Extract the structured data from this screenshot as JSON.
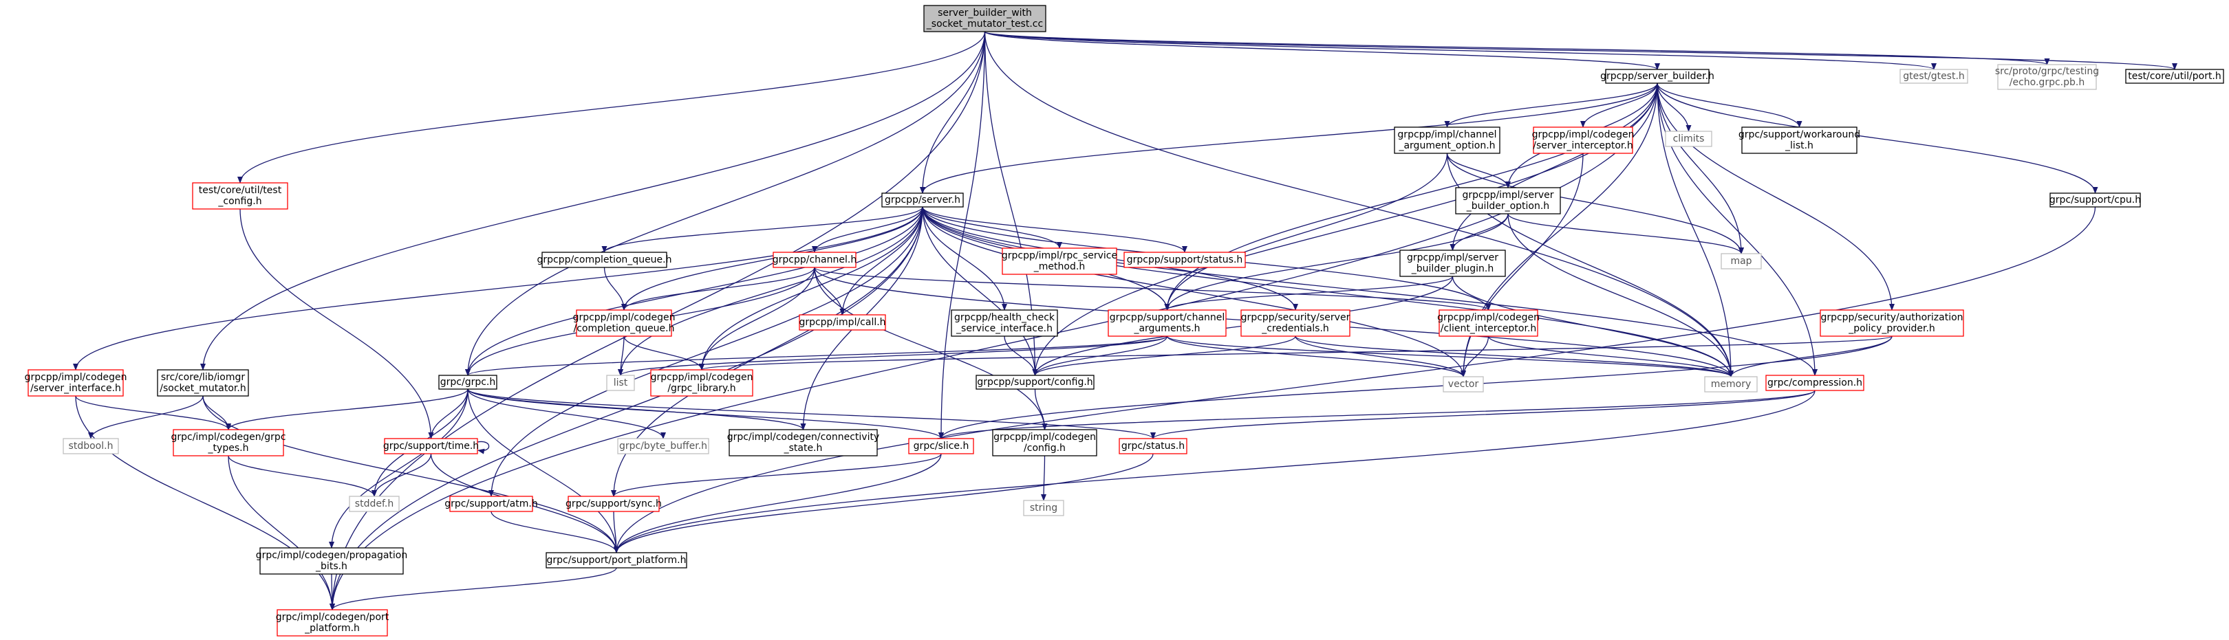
{
  "colors": {
    "edge": "#191970",
    "border_normal": "#000000",
    "border_red": "#ff0000",
    "border_gray": "#bfbfbf",
    "fill_root": "#bfbfbf",
    "fill_default": "#ffffff",
    "text_normal": "#000000",
    "text_gray": "#555555"
  },
  "nodes": [
    {
      "id": "root",
      "lines": [
        "server_builder_with",
        "_socket_mutator_test.cc"
      ],
      "style": "root"
    },
    {
      "id": "server_builder",
      "lines": [
        "grpcpp/server_builder.h"
      ],
      "style": "black"
    },
    {
      "id": "gtest",
      "lines": [
        "gtest/gtest.h"
      ],
      "style": "gray"
    },
    {
      "id": "echo_grpc",
      "lines": [
        "src/proto/grpc/testing",
        "/echo.grpc.pb.h"
      ],
      "style": "gray"
    },
    {
      "id": "util_port",
      "lines": [
        "test/core/util/port.h"
      ],
      "style": "black"
    },
    {
      "id": "test_config",
      "lines": [
        "test/core/util/test",
        "_config.h"
      ],
      "style": "red"
    },
    {
      "id": "server",
      "lines": [
        "grpcpp/server.h"
      ],
      "style": "black"
    },
    {
      "id": "channel_arg_opt",
      "lines": [
        "grpcpp/impl/channel",
        "_argument_option.h"
      ],
      "style": "black"
    },
    {
      "id": "server_interceptor",
      "lines": [
        "grpcpp/impl/codegen",
        "/server_interceptor.h"
      ],
      "style": "red"
    },
    {
      "id": "climits",
      "lines": [
        "climits"
      ],
      "style": "gray"
    },
    {
      "id": "workaround",
      "lines": [
        "grpc/support/workaround",
        "_list.h"
      ],
      "style": "black"
    },
    {
      "id": "sbo",
      "lines": [
        "grpcpp/impl/server",
        "_builder_option.h"
      ],
      "style": "black"
    },
    {
      "id": "cpu",
      "lines": [
        "grpc/support/cpu.h"
      ],
      "style": "black"
    },
    {
      "id": "map",
      "lines": [
        "map"
      ],
      "style": "gray"
    },
    {
      "id": "sbp",
      "lines": [
        "grpcpp/impl/server",
        "_builder_plugin.h"
      ],
      "style": "black"
    },
    {
      "id": "completion_queue",
      "lines": [
        "grpcpp/completion_queue.h"
      ],
      "style": "black"
    },
    {
      "id": "channel",
      "lines": [
        "grpcpp/channel.h"
      ],
      "style": "red"
    },
    {
      "id": "rpc_service_method",
      "lines": [
        "grpcpp/impl/rpc_service",
        "_method.h"
      ],
      "style": "red"
    },
    {
      "id": "support_status",
      "lines": [
        "grpcpp/support/status.h"
      ],
      "style": "red"
    },
    {
      "id": "codegen_cq",
      "lines": [
        "grpcpp/impl/codegen",
        "/completion_queue.h"
      ],
      "style": "red"
    },
    {
      "id": "impl_call",
      "lines": [
        "grpcpp/impl/call.h"
      ],
      "style": "red"
    },
    {
      "id": "health_check",
      "lines": [
        "grpcpp/health_check",
        "_service_interface.h"
      ],
      "style": "black"
    },
    {
      "id": "channel_arguments",
      "lines": [
        "grpcpp/support/channel",
        "_arguments.h"
      ],
      "style": "red"
    },
    {
      "id": "sec_server_creds",
      "lines": [
        "grpcpp/security/server",
        "_credentials.h"
      ],
      "style": "red"
    },
    {
      "id": "client_interceptor",
      "lines": [
        "grpcpp/impl/codegen",
        "/client_interceptor.h"
      ],
      "style": "red"
    },
    {
      "id": "auth_policy",
      "lines": [
        "grpcpp/security/authorization",
        "_policy_provider.h"
      ],
      "style": "red"
    },
    {
      "id": "server_interface",
      "lines": [
        "grpcpp/impl/codegen",
        "/server_interface.h"
      ],
      "style": "red"
    },
    {
      "id": "socket_mutator",
      "lines": [
        "src/core/lib/iomgr",
        "/socket_mutator.h"
      ],
      "style": "black"
    },
    {
      "id": "grpc_h",
      "lines": [
        "grpc/grpc.h"
      ],
      "style": "black"
    },
    {
      "id": "list",
      "lines": [
        "list"
      ],
      "style": "gray"
    },
    {
      "id": "grpc_library",
      "lines": [
        "grpcpp/impl/codegen",
        "/grpc_library.h"
      ],
      "style": "red"
    },
    {
      "id": "support_config",
      "lines": [
        "grpcpp/support/config.h"
      ],
      "style": "black"
    },
    {
      "id": "vector",
      "lines": [
        "vector"
      ],
      "style": "gray"
    },
    {
      "id": "memory",
      "lines": [
        "memory"
      ],
      "style": "gray"
    },
    {
      "id": "compression",
      "lines": [
        "grpc/compression.h"
      ],
      "style": "red"
    },
    {
      "id": "stdbool",
      "lines": [
        "stdbool.h"
      ],
      "style": "gray"
    },
    {
      "id": "grpc_types",
      "lines": [
        "grpc/impl/codegen/grpc",
        "_types.h"
      ],
      "style": "red"
    },
    {
      "id": "time_h",
      "lines": [
        "grpc/support/time.h"
      ],
      "style": "red"
    },
    {
      "id": "byte_buffer",
      "lines": [
        "grpc/byte_buffer.h"
      ],
      "style": "gray"
    },
    {
      "id": "connectivity_state",
      "lines": [
        "grpc/impl/codegen/connectivity",
        "_state.h"
      ],
      "style": "black"
    },
    {
      "id": "slice",
      "lines": [
        "grpc/slice.h"
      ],
      "style": "red"
    },
    {
      "id": "codegen_config",
      "lines": [
        "grpcpp/impl/codegen",
        "/config.h"
      ],
      "style": "black"
    },
    {
      "id": "status_h",
      "lines": [
        "grpc/status.h"
      ],
      "style": "red"
    },
    {
      "id": "stddef",
      "lines": [
        "stddef.h"
      ],
      "style": "gray"
    },
    {
      "id": "string",
      "lines": [
        "string"
      ],
      "style": "gray"
    },
    {
      "id": "atm",
      "lines": [
        "grpc/support/atm.h"
      ],
      "style": "red"
    },
    {
      "id": "sync",
      "lines": [
        "grpc/support/sync.h"
      ],
      "style": "red"
    },
    {
      "id": "propagation_bits",
      "lines": [
        "grpc/impl/codegen/propagation",
        "_bits.h"
      ],
      "style": "black"
    },
    {
      "id": "port_platform",
      "lines": [
        "grpc/support/port_platform.h"
      ],
      "style": "black"
    },
    {
      "id": "codegen_port_platform",
      "lines": [
        "grpc/impl/codegen/port",
        "_platform.h"
      ],
      "style": "red"
    }
  ],
  "edges": [
    [
      "root",
      "server_builder"
    ],
    [
      "root",
      "gtest"
    ],
    [
      "root",
      "echo_grpc"
    ],
    [
      "root",
      "util_port"
    ],
    [
      "root",
      "test_config"
    ],
    [
      "root",
      "server"
    ],
    [
      "root",
      "socket_mutator"
    ],
    [
      "root",
      "grpc_h"
    ],
    [
      "root",
      "support_config"
    ],
    [
      "root",
      "codegen_port_platform"
    ],
    [
      "root",
      "slice"
    ],
    [
      "root",
      "memory"
    ],
    [
      "server_builder",
      "server"
    ],
    [
      "server_builder",
      "channel_arg_opt"
    ],
    [
      "server_builder",
      "server_interceptor"
    ],
    [
      "server_builder",
      "climits"
    ],
    [
      "server_builder",
      "workaround"
    ],
    [
      "server_builder",
      "sbo"
    ],
    [
      "server_builder",
      "cpu"
    ],
    [
      "server_builder",
      "map"
    ],
    [
      "server_builder",
      "sbp"
    ],
    [
      "server_builder",
      "vector"
    ],
    [
      "server_builder",
      "memory"
    ],
    [
      "server_builder",
      "channel_arguments"
    ],
    [
      "server_builder",
      "support_config"
    ],
    [
      "server_builder",
      "auth_policy"
    ],
    [
      "server_builder",
      "compression"
    ],
    [
      "server_builder",
      "codegen_port_platform"
    ],
    [
      "channel_arg_opt",
      "sbo"
    ],
    [
      "channel_arg_opt",
      "map"
    ],
    [
      "channel_arg_opt",
      "memory"
    ],
    [
      "channel_arg_opt",
      "channel_arguments"
    ],
    [
      "server_interceptor",
      "vector"
    ],
    [
      "sbo",
      "sbp"
    ],
    [
      "sbo",
      "map"
    ],
    [
      "sbo",
      "memory"
    ],
    [
      "sbo",
      "channel_arguments"
    ],
    [
      "sbp",
      "support_config"
    ],
    [
      "sbp",
      "memory"
    ],
    [
      "sbp",
      "channel_arguments"
    ],
    [
      "cpu",
      "port_platform"
    ],
    [
      "test_config",
      "time_h"
    ],
    [
      "server",
      "completion_queue"
    ],
    [
      "server",
      "channel"
    ],
    [
      "server",
      "rpc_service_method"
    ],
    [
      "server",
      "support_status"
    ],
    [
      "server",
      "codegen_cq"
    ],
    [
      "server",
      "impl_call"
    ],
    [
      "server",
      "health_check"
    ],
    [
      "server",
      "channel_arguments"
    ],
    [
      "server",
      "sec_server_creds"
    ],
    [
      "server",
      "client_interceptor"
    ],
    [
      "server",
      "server_interface"
    ],
    [
      "server",
      "grpc_h"
    ],
    [
      "server",
      "list"
    ],
    [
      "server",
      "grpc_library"
    ],
    [
      "server",
      "support_config"
    ],
    [
      "server",
      "vector"
    ],
    [
      "server",
      "memory"
    ],
    [
      "server",
      "compression"
    ],
    [
      "server",
      "codegen_port_platform"
    ],
    [
      "server",
      "atm"
    ],
    [
      "server",
      "sync"
    ],
    [
      "server",
      "connectivity_state"
    ],
    [
      "completion_queue",
      "codegen_cq"
    ],
    [
      "channel",
      "codegen_cq"
    ],
    [
      "channel",
      "impl_call"
    ],
    [
      "channel",
      "grpc_h"
    ],
    [
      "channel",
      "grpc_library"
    ],
    [
      "channel",
      "client_interceptor"
    ],
    [
      "channel",
      "memory"
    ],
    [
      "channel",
      "codegen_config"
    ],
    [
      "codegen_cq",
      "list"
    ],
    [
      "codegen_cq",
      "grpc_library"
    ],
    [
      "health_check",
      "support_config"
    ],
    [
      "channel_arguments",
      "grpc_h"
    ],
    [
      "channel_arguments",
      "list"
    ],
    [
      "channel_arguments",
      "vector"
    ],
    [
      "channel_arguments",
      "support_config"
    ],
    [
      "channel_arguments",
      "memory"
    ],
    [
      "sec_server_creds",
      "vector"
    ],
    [
      "sec_server_creds",
      "memory"
    ],
    [
      "sec_server_creds",
      "support_config"
    ],
    [
      "client_interceptor",
      "vector"
    ],
    [
      "client_interceptor",
      "memory"
    ],
    [
      "auth_policy",
      "memory"
    ],
    [
      "auth_policy",
      "grpc_library"
    ],
    [
      "auth_policy",
      "slice"
    ],
    [
      "server_interface",
      "grpc_types"
    ],
    [
      "server_interface",
      "codegen_port_platform"
    ],
    [
      "socket_mutator",
      "stdbool"
    ],
    [
      "socket_mutator",
      "grpc_types"
    ],
    [
      "socket_mutator",
      "port_platform"
    ],
    [
      "grpc_h",
      "grpc_types"
    ],
    [
      "grpc_h",
      "time_h"
    ],
    [
      "grpc_h",
      "byte_buffer"
    ],
    [
      "grpc_h",
      "connectivity_state"
    ],
    [
      "grpc_h",
      "slice"
    ],
    [
      "grpc_h",
      "status_h"
    ],
    [
      "grpc_h",
      "stddef"
    ],
    [
      "grpc_h",
      "propagation_bits"
    ],
    [
      "grpc_h",
      "port_platform"
    ],
    [
      "support_config",
      "codegen_config"
    ],
    [
      "codegen_config",
      "string"
    ],
    [
      "grpc_types",
      "stddef"
    ],
    [
      "grpc_types",
      "codegen_port_platform"
    ],
    [
      "time_h",
      "time_h"
    ],
    [
      "time_h",
      "stddef"
    ],
    [
      "time_h",
      "port_platform"
    ],
    [
      "slice",
      "sync"
    ],
    [
      "slice",
      "port_platform"
    ],
    [
      "status_h",
      "port_platform"
    ],
    [
      "compression",
      "slice"
    ],
    [
      "compression",
      "status_h"
    ],
    [
      "compression",
      "port_platform"
    ],
    [
      "atm",
      "port_platform"
    ],
    [
      "sync",
      "port_platform"
    ],
    [
      "propagation_bits",
      "codegen_port_platform"
    ],
    [
      "port_platform",
      "codegen_port_platform"
    ]
  ]
}
